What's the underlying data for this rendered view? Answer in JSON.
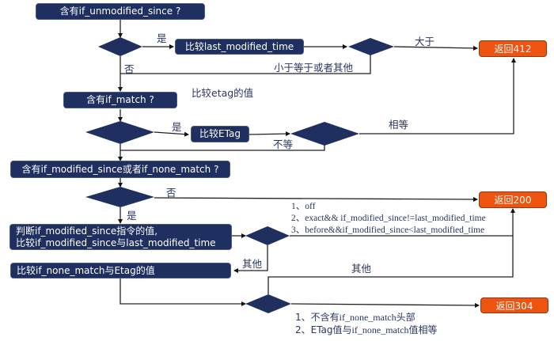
{
  "colors": {
    "node_fill": "#1f2f5f",
    "return_fill": "#ee5410",
    "line": "#222222",
    "label_text": "#2a3560"
  },
  "nodes": {
    "has_if_unmodified_since": "含有if_unmodified_since ?",
    "compare_last_modified_time": "比较last_modified_time",
    "has_if_match": "含有if_match ?",
    "compare_etag": "比较ETag",
    "has_if_modified_since_or_none_match": "含有if_modified_since或者if_none_match ?",
    "judge_if_modified_since_line1": "判断if_modified_since指令的值,",
    "judge_if_modified_since_line2": "比较if_modified_since与last_modified_time",
    "compare_if_none_match": "比较if_none_match与Etag的值"
  },
  "returns": {
    "r412": "返回412",
    "r200": "返回200",
    "r304": "返回304"
  },
  "edge_labels": {
    "yes_1": "是",
    "no_1": "否",
    "greater": "大于",
    "less_equal_other": "小于等于或者其他",
    "compare_etag_value": "比较etag的值",
    "yes_2": "是",
    "not_equal": "不等",
    "equal": "相等",
    "no_3": "否",
    "yes_3": "是",
    "other_1": "其他",
    "other_2": "其他"
  },
  "conditions_200": [
    "1、off",
    "2、exact&& if_modified_since!=last_modified_time",
    "3、before&&if_modified_since<last_modified_time"
  ],
  "conditions_304": {
    "line1_prefix": "1、不含有",
    "line1_code": "if_none_match",
    "line1_suffix": "头部",
    "line2_prefix": "2、ETag值与",
    "line2_code": "if_none_match",
    "line2_suffix": "值相等"
  }
}
